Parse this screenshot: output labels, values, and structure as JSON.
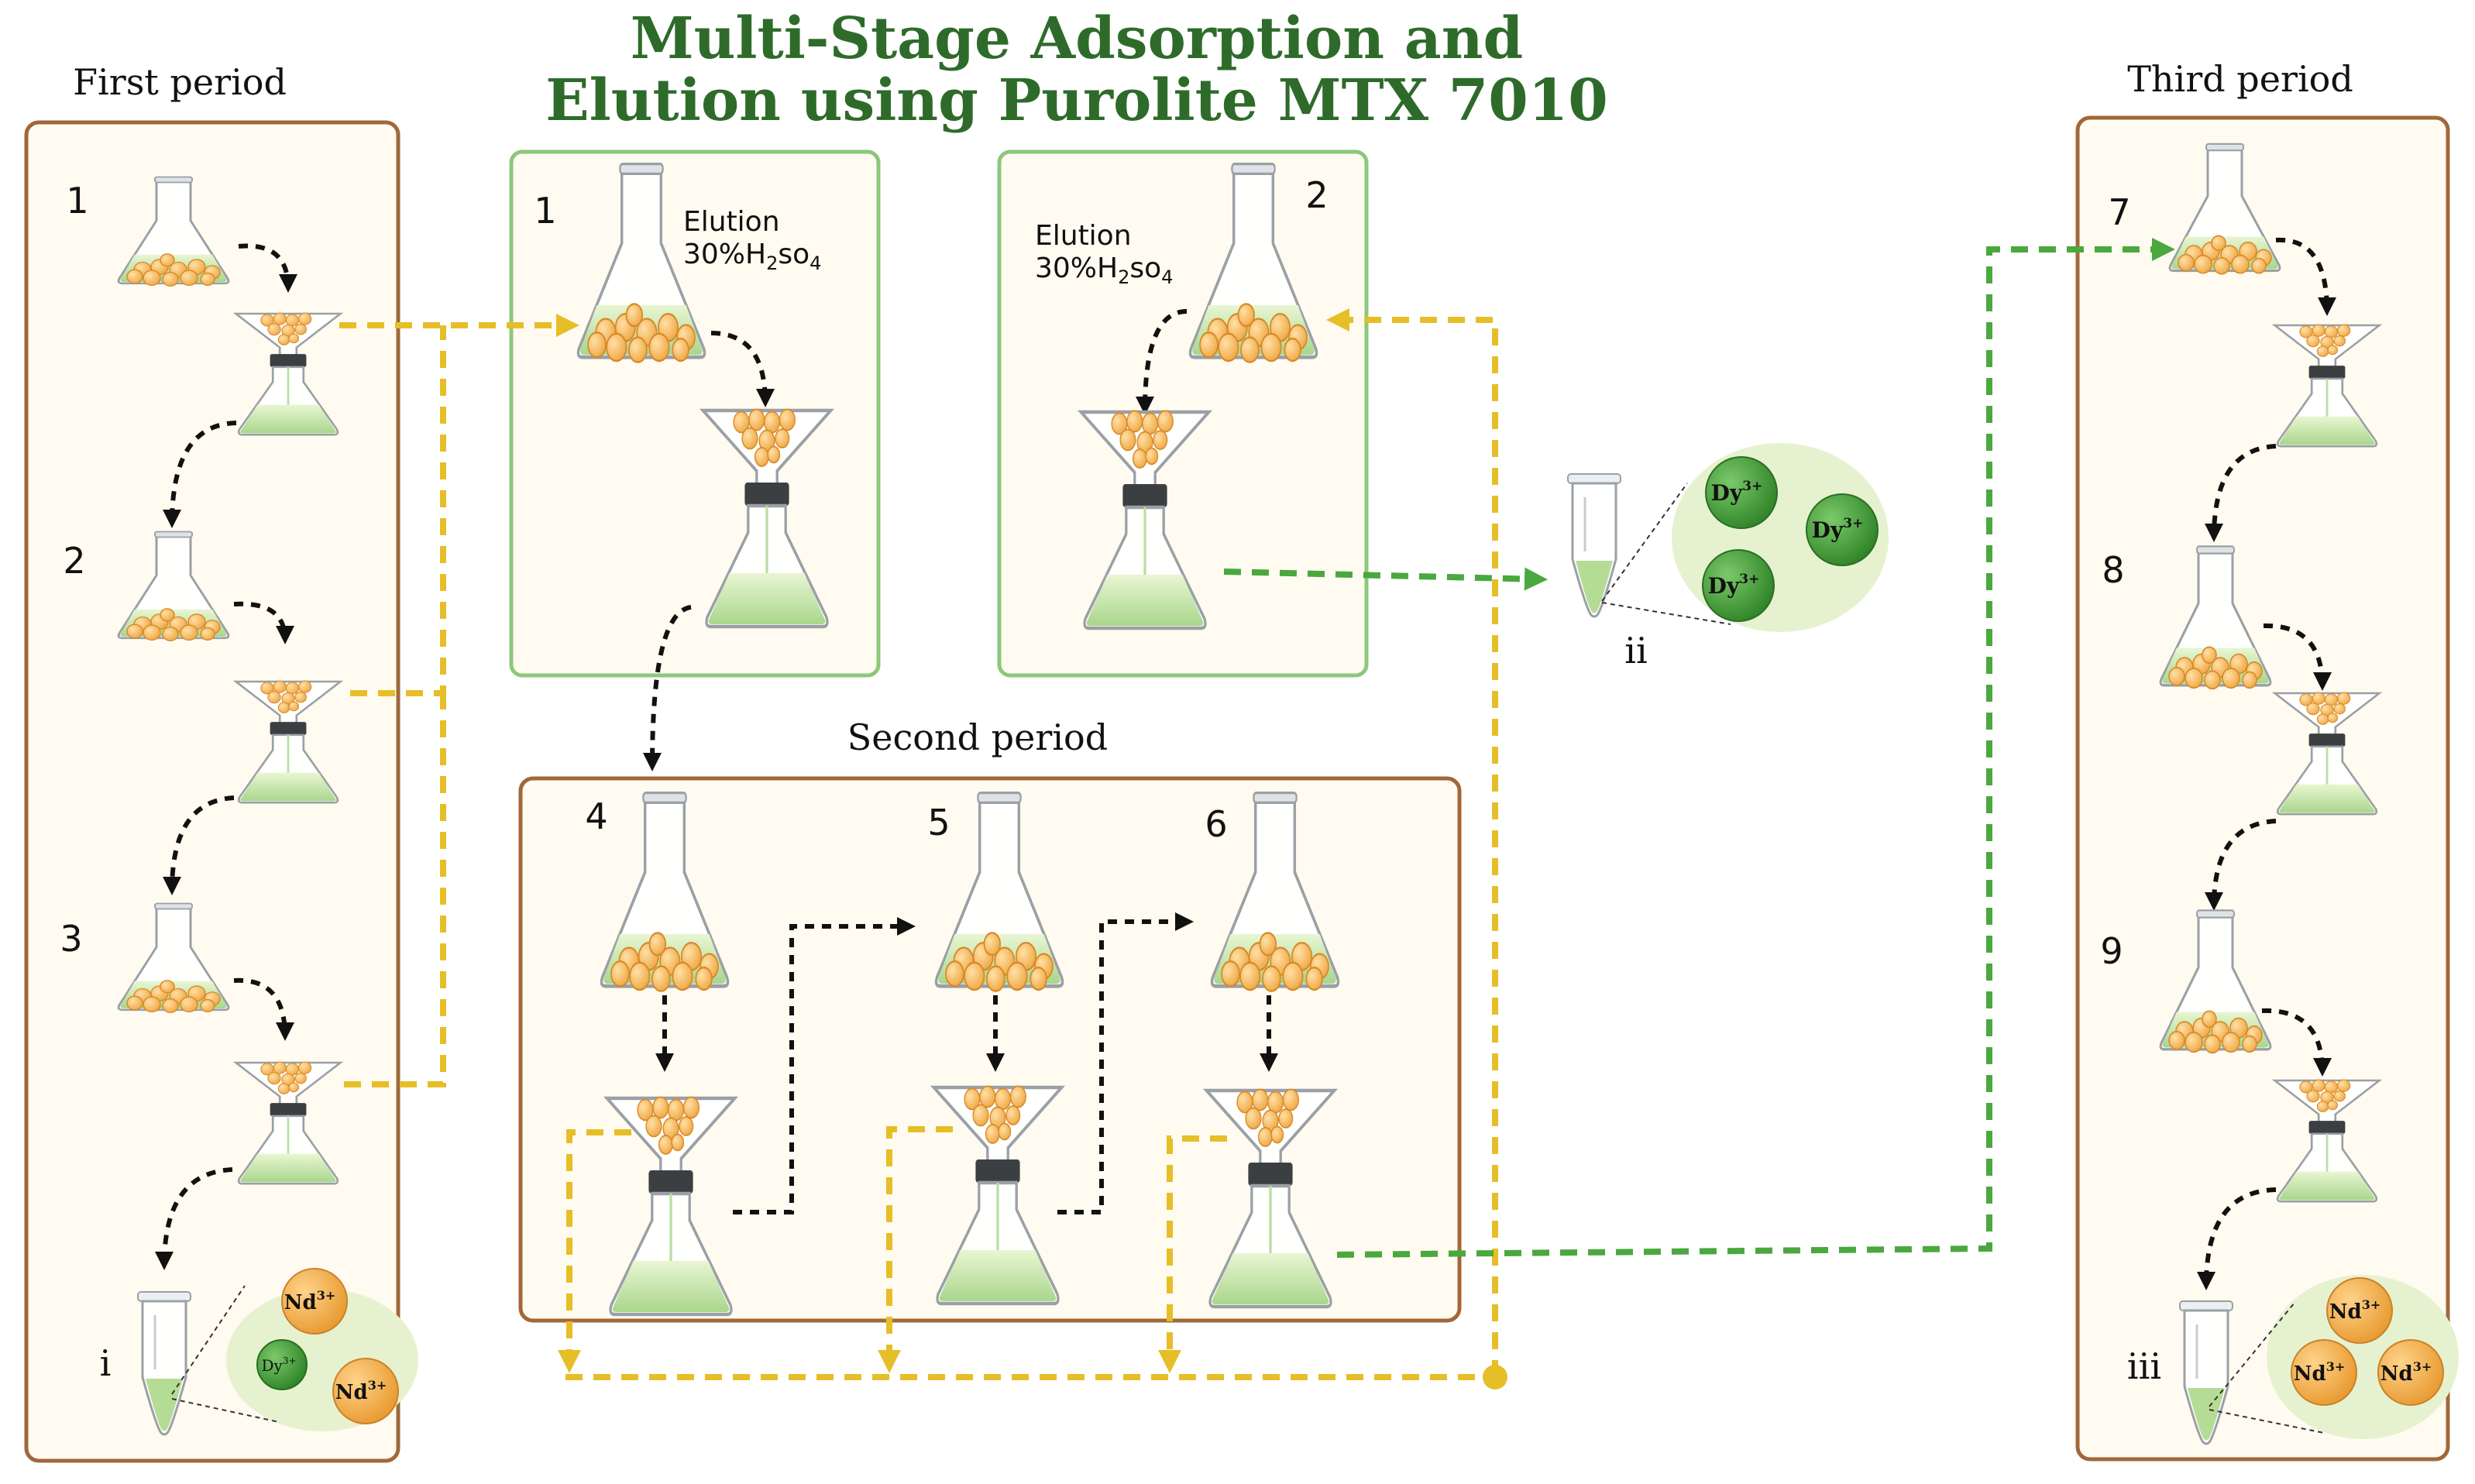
{
  "title_line1": "Multi-Stage Adsorption and",
  "title_line2": "Elution using  Purolite MTX 7010",
  "periods": {
    "first": "First period",
    "second": "Second period",
    "third": "Third period"
  },
  "steps": {
    "s1": "1",
    "s2": "2",
    "s3": "3",
    "s4": "4",
    "s5": "5",
    "s6": "6",
    "s7": "7",
    "s8": "8",
    "s9": "9"
  },
  "elution_steps": {
    "e1": "1",
    "e2": "2"
  },
  "elution_label": "Elution",
  "elution_reagent": "30%H",
  "reagent_sub1": "2",
  "reagent_mid": "so",
  "reagent_sub2": "4",
  "tubes": {
    "t1": "i",
    "t2": "ii",
    "t3": "iii"
  },
  "ions": {
    "nd": "Nd",
    "dy": "Dy",
    "charge": "3+"
  },
  "colors": {
    "panel_border": "#a0683a",
    "panel_fill": "#fffbf0",
    "elution_border": "#8cc87a",
    "title": "#2e6b2a",
    "yellow_arrow": "#e6be28",
    "green_arrow": "#4aa83e",
    "bead": "#f5b95a",
    "dy_ion": "#3e9a34",
    "nd_ion": "#f3b04a"
  }
}
